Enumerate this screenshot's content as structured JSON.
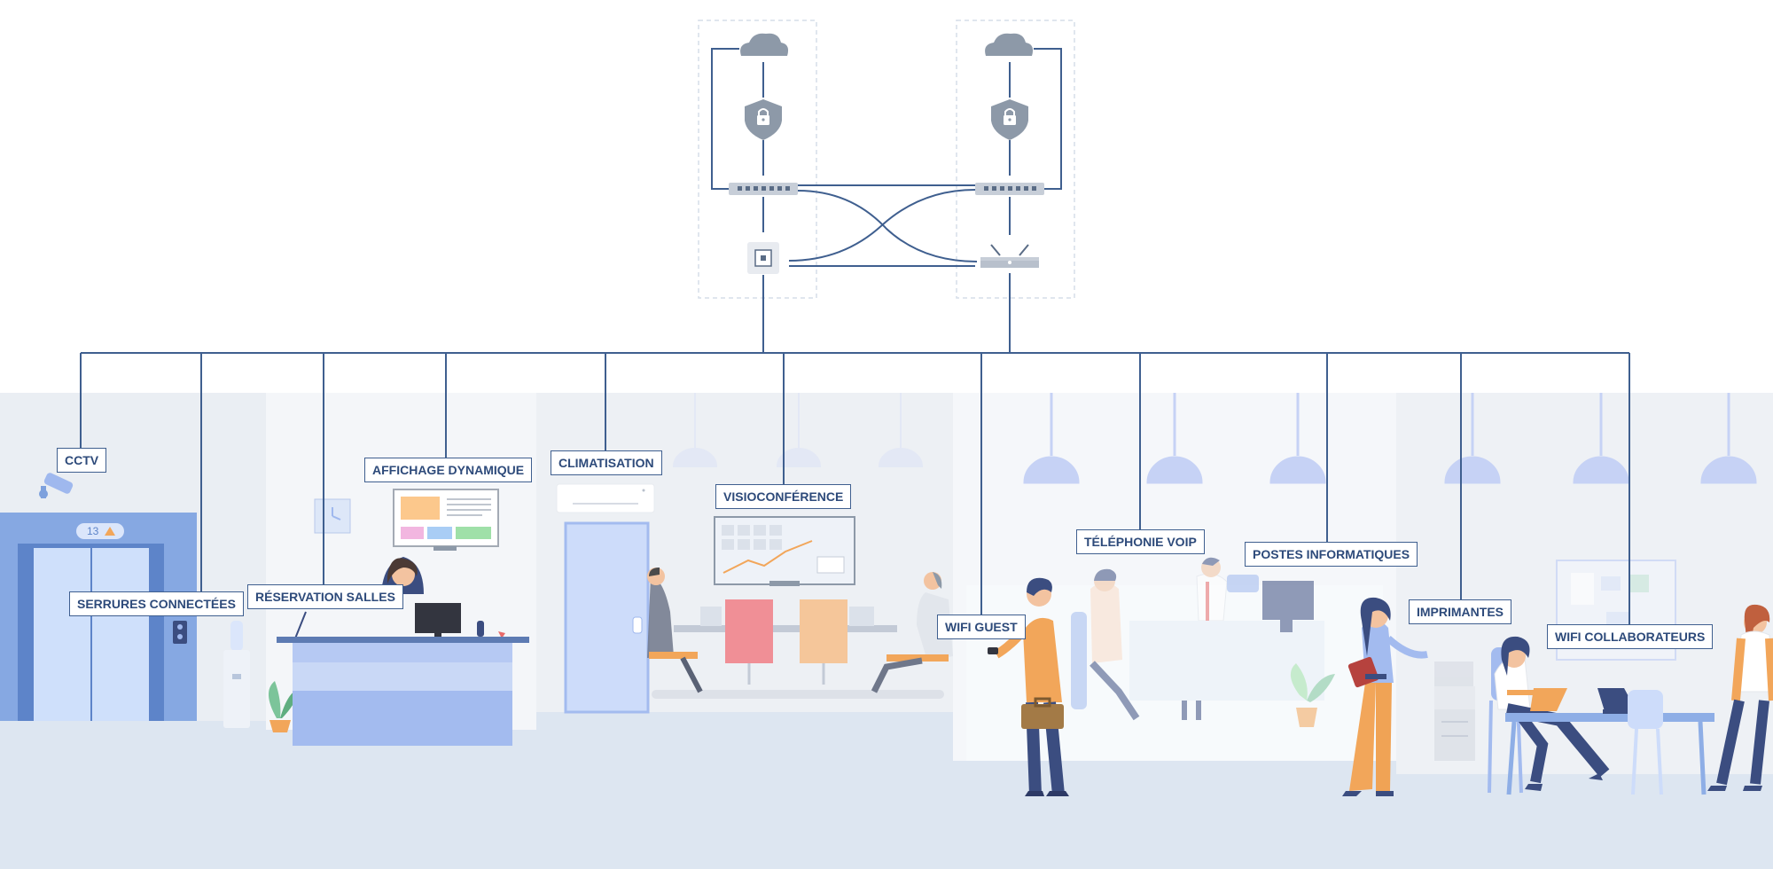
{
  "labels": {
    "cctv": "CCTV",
    "serrures": "SERRURES CONNECTÉES",
    "reservation": "RÉSERVATION SALLES",
    "affichage": "AFFICHAGE DYNAMIQUE",
    "climatisation": "CLIMATISATION",
    "visio": "VISIOCONFÉRENCE",
    "wifi_guest": "WIFI GUEST",
    "telephonie": "TÉLÉPHONIE VOIP",
    "postes": "POSTES INFORMATIQUES",
    "imprimantes": "IMPRIMANTES",
    "wifi_collab": "WIFI COLLABORATEURS"
  },
  "elevator_floor": "13",
  "icons": [
    "cloud-icon",
    "shield-lock-icon",
    "network-switch-icon",
    "network-outlet-icon",
    "wifi-router-icon",
    "cctv-camera-icon"
  ],
  "colors": {
    "line": "#3f5f8f",
    "device": "#8d99a8",
    "floor": "#dde6f1",
    "elevator": "#7ea1dd",
    "desk": "#9fb8ee",
    "person_orange": "#f2a65a",
    "person_navy": "#3b4d80",
    "lamp": "#c6d2f5"
  }
}
